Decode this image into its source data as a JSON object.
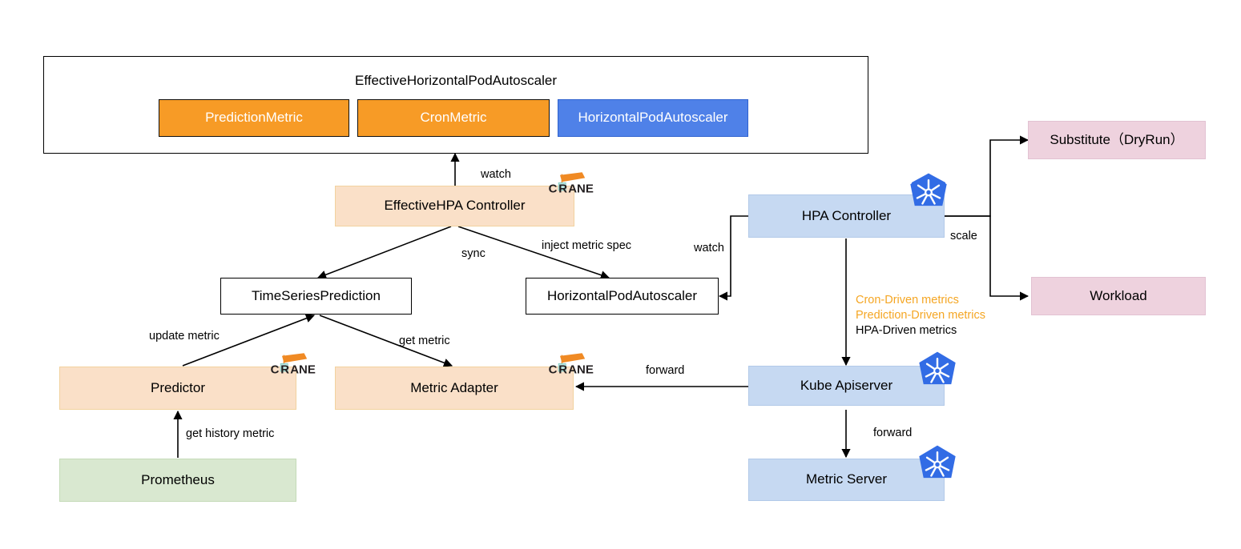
{
  "diagram": {
    "title": "EffectiveHorizontalPodAutoscaler architecture",
    "colors": {
      "orange_fill": "#f79b26",
      "blue_fill": "#4f81e8",
      "peach": "#fae0c8",
      "light_blue": "#c6d9f2",
      "pink": "#eed2de",
      "green": "#d9e8d0",
      "legend_orange": "#f5a623",
      "edge": "#000000"
    },
    "container": {
      "label": "EffectiveHorizontalPodAutoscaler",
      "children": [
        {
          "label": "PredictionMetric",
          "style": "orange"
        },
        {
          "label": "CronMetric",
          "style": "orange"
        },
        {
          "label": "HorizontalPodAutoscaler",
          "style": "blue"
        }
      ]
    },
    "nodes": [
      {
        "id": "ehpa-controller",
        "label": "EffectiveHPA Controller",
        "style": "peach",
        "logo": "crane-logo"
      },
      {
        "id": "timeseries",
        "label": "TimeSeriesPrediction",
        "style": "plain",
        "logo": null
      },
      {
        "id": "hpa-resource",
        "label": "HorizontalPodAutoscaler",
        "style": "plain",
        "logo": null
      },
      {
        "id": "predictor",
        "label": "Predictor",
        "style": "peach",
        "logo": "crane-logo"
      },
      {
        "id": "metric-adapter",
        "label": "Metric Adapter",
        "style": "peach",
        "logo": "crane-logo"
      },
      {
        "id": "prometheus",
        "label": "Prometheus",
        "style": "green",
        "logo": null
      },
      {
        "id": "hpa-controller",
        "label": "HPA Controller",
        "style": "light-blue",
        "logo": "kubernetes-logo"
      },
      {
        "id": "kube-apiserver",
        "label": "Kube Apiserver",
        "style": "light-blue",
        "logo": "kubernetes-logo"
      },
      {
        "id": "metric-server",
        "label": "Metric Server",
        "style": "light-blue",
        "logo": "kubernetes-logo"
      },
      {
        "id": "substitute",
        "label": "Substitute（DryRun）",
        "style": "pink",
        "logo": null
      },
      {
        "id": "workload",
        "label": "Workload",
        "style": "pink",
        "logo": null
      }
    ],
    "edges": [
      {
        "from": "ehpa-controller",
        "to": "container",
        "label": "watch"
      },
      {
        "from": "ehpa-controller",
        "to": "timeseries",
        "label": "sync"
      },
      {
        "from": "ehpa-controller",
        "to": "hpa-resource",
        "label": "inject metric spec"
      },
      {
        "from": "predictor",
        "to": "timeseries",
        "label": "update metric"
      },
      {
        "from": "timeseries",
        "to": "metric-adapter",
        "label": "get metric"
      },
      {
        "from": "prometheus",
        "to": "predictor",
        "label": "get history metric"
      },
      {
        "from": "hpa-controller",
        "to": "hpa-resource",
        "label": "watch"
      },
      {
        "from": "hpa-controller",
        "to": "substitute",
        "label": "scale"
      },
      {
        "from": "hpa-controller",
        "to": "workload",
        "label": "scale"
      },
      {
        "from": "hpa-controller",
        "to": "kube-apiserver",
        "label": ""
      },
      {
        "from": "kube-apiserver",
        "to": "metric-adapter",
        "label": "forward"
      },
      {
        "from": "kube-apiserver",
        "to": "metric-server",
        "label": "forward"
      }
    ],
    "edge_labels": {
      "watch_top": "watch",
      "sync": "sync",
      "inject_metric_spec": "inject metric spec",
      "update_metric": "update metric",
      "get_metric": "get metric",
      "get_history_metric": "get history metric",
      "watch_right": "watch",
      "scale": "scale",
      "forward_left": "forward",
      "forward_down": "forward"
    },
    "legend": {
      "lines": [
        {
          "text": "Cron-Driven metrics",
          "color": "orange"
        },
        {
          "text": "Prediction-Driven metrics",
          "color": "orange"
        },
        {
          "text": "HPA-Driven metrics",
          "color": "black"
        }
      ]
    },
    "crane_logo_text": "CRANE"
  }
}
